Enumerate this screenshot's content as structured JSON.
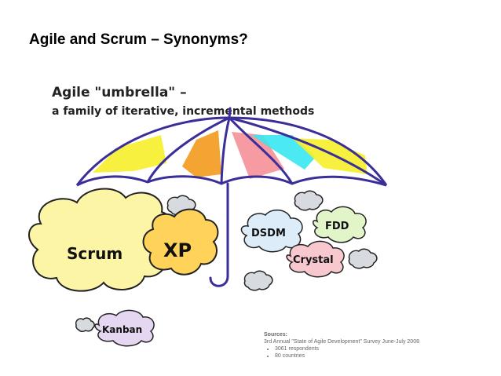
{
  "slide": {
    "title": "Agile and Scrum – Synonyms?"
  },
  "diagram": {
    "heading_line1": "Agile \"umbrella\" –",
    "heading_line2": "a family of iterative, incremental methods",
    "methods": {
      "scrum": "Scrum",
      "xp": "XP",
      "dsdm": "DSDM",
      "fdd": "FDD",
      "crystal": "Crystal",
      "kanban": "Kanban"
    },
    "colors": {
      "scrum_fill": "#fdf5a6",
      "xp_fill": "#ffd35a",
      "dsdm_fill": "#dcecf8",
      "fdd_fill": "#e2f5c8",
      "crystal_fill": "#f7c9cf",
      "kanban_fill": "#e5d6f1",
      "umbrella_outline": "#3a2e98",
      "cloud_outline": "#222222"
    }
  },
  "sources": {
    "heading": "Sources:",
    "line1": "3rd Annual \"State of Agile Development\" Survey June-July 2008",
    "items": [
      "3061 respondents",
      "80 countries"
    ]
  }
}
